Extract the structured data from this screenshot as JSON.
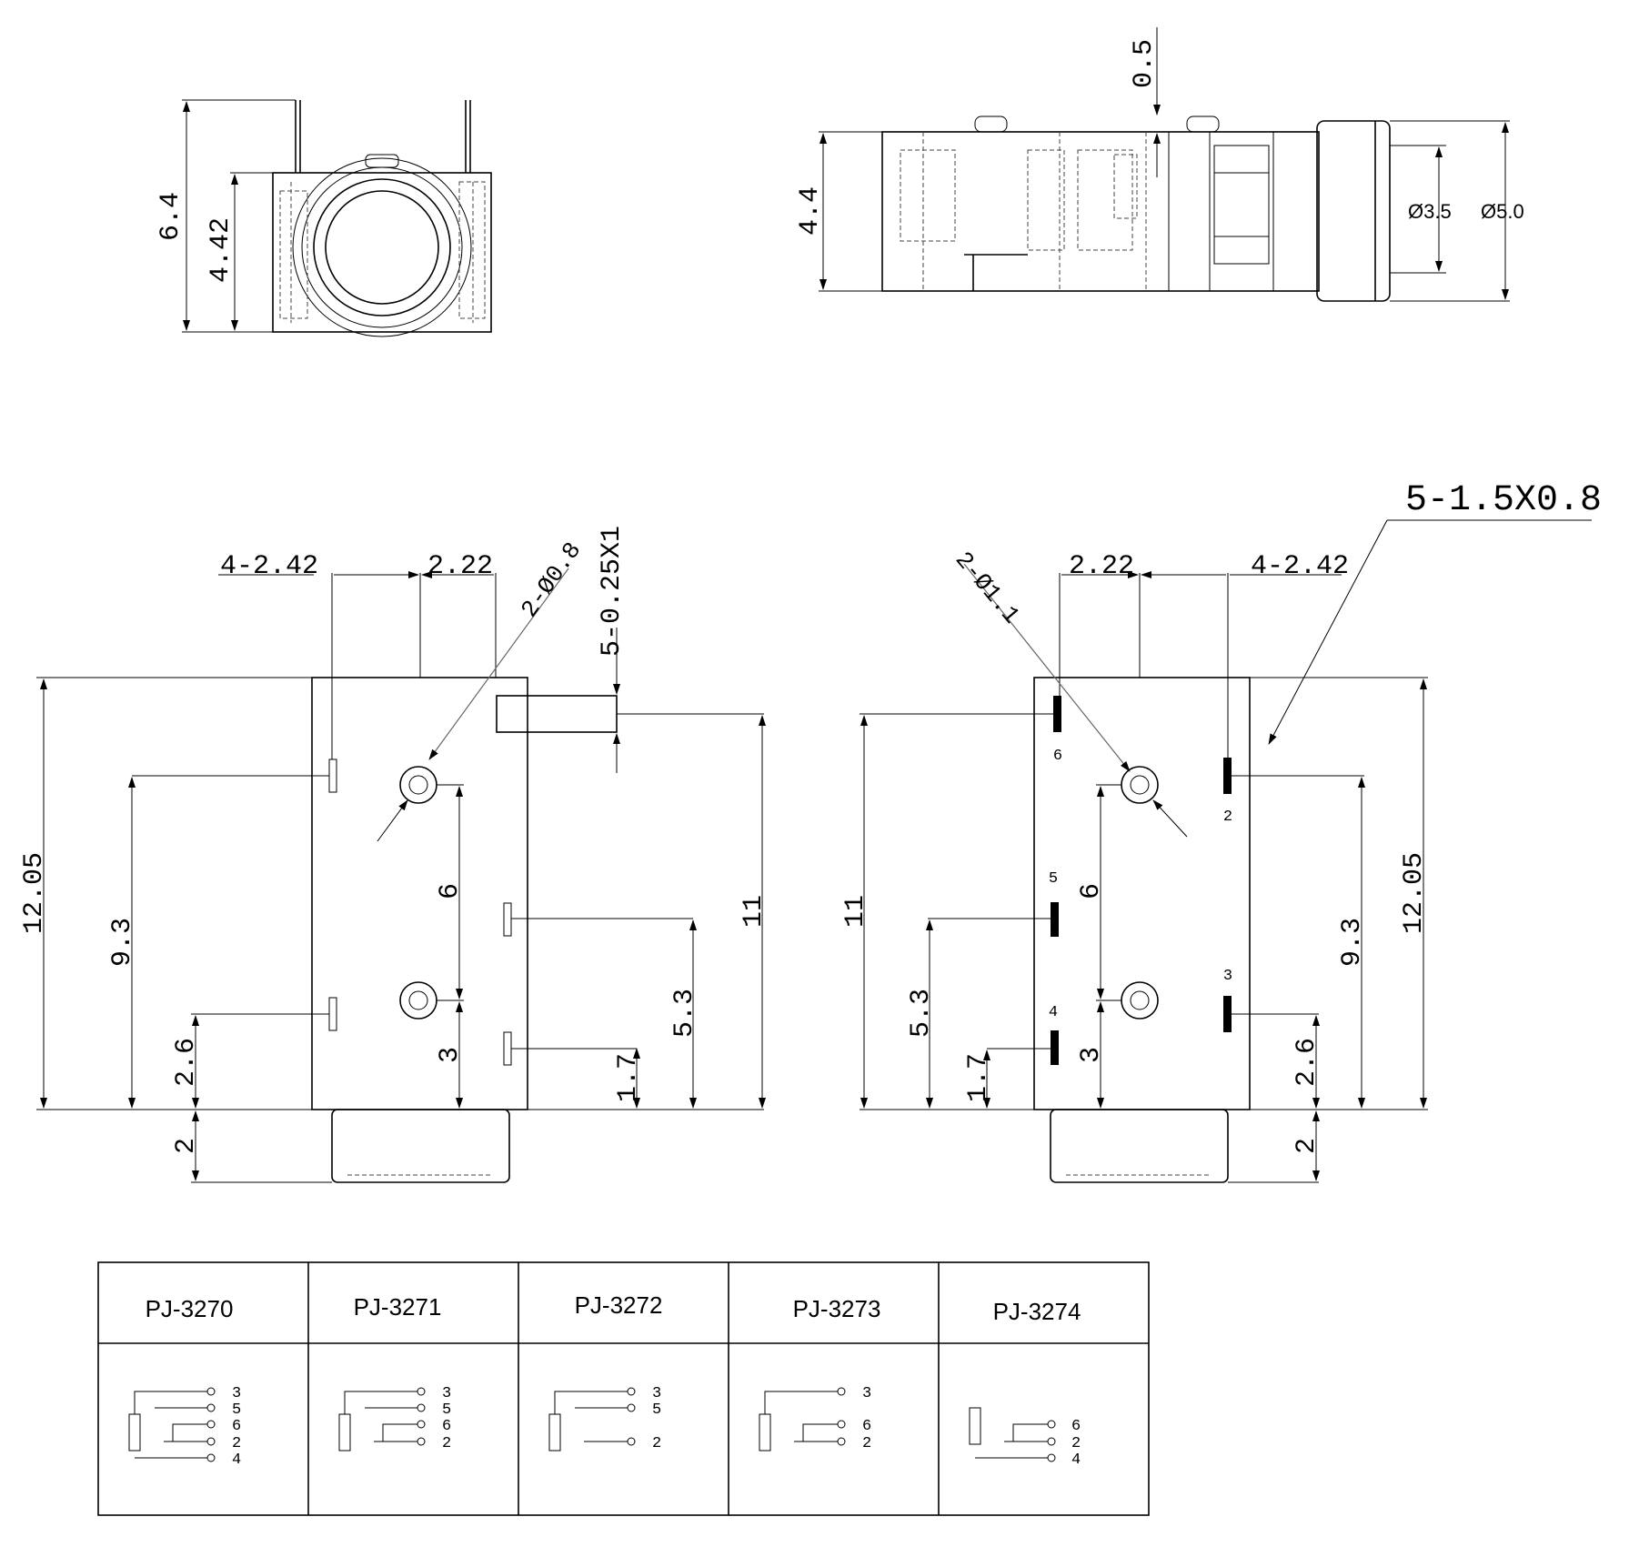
{
  "top_left_view": {
    "dim_height": "6.4",
    "dim_body": "4.42"
  },
  "top_right_view": {
    "dim_height": "4.4",
    "dim_gap": "0.5",
    "dim_d1": "Ø3.5",
    "dim_d2": "Ø5.0"
  },
  "left_view": {
    "dim_pitch": "4-2.42",
    "dim_offset": "2.22",
    "dim_hole": "2-Ø0.8",
    "dim_pin": "5-0.25X1",
    "dim_total": "12.05",
    "dim_93": "9.3",
    "dim_26": "2.6",
    "dim_2": "2",
    "dim_6": "6",
    "dim_3": "3",
    "dim_53": "5.3",
    "dim_17": "1.7",
    "dim_11": "11"
  },
  "right_view": {
    "pad_note": "5-1.5X0.8",
    "dim_offset": "2.22",
    "dim_pitch": "4-2.42",
    "dim_hole": "2-Ø1.1",
    "dim_11": "11",
    "dim_53": "5.3",
    "dim_17": "1.7",
    "dim_6": "6",
    "dim_3": "3",
    "dim_93": "9.3",
    "dim_total": "12.05",
    "dim_26": "2.6",
    "dim_2": "2",
    "pin_6": "6",
    "pin_2": "2",
    "pin_5": "5",
    "pin_3": "3",
    "pin_4": "4"
  },
  "table": {
    "models": [
      {
        "name": "PJ-3270",
        "pins": [
          "3",
          "5",
          "6",
          "2",
          "4"
        ]
      },
      {
        "name": "PJ-3271",
        "pins": [
          "3",
          "5",
          "6",
          "2"
        ]
      },
      {
        "name": "PJ-3272",
        "pins": [
          "3",
          "5",
          "2"
        ]
      },
      {
        "name": "PJ-3273",
        "pins": [
          "3",
          "6",
          "2"
        ]
      },
      {
        "name": "PJ-3274",
        "pins": [
          "6",
          "2",
          "4"
        ]
      }
    ]
  }
}
